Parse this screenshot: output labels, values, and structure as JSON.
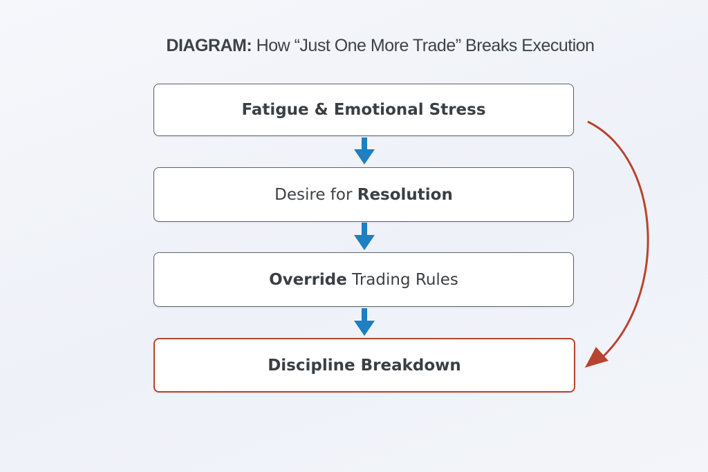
{
  "title": {
    "prefix": "DIAGRAM:",
    "text": " How “Just One More Trade” Breaks Execution"
  },
  "steps": [
    {
      "segments": [
        {
          "text": "Fatigue & Emotional Stress",
          "bold": true
        }
      ]
    },
    {
      "segments": [
        {
          "text": "Desire for ",
          "bold": false
        },
        {
          "text": "Resolution",
          "bold": true
        }
      ]
    },
    {
      "segments": [
        {
          "text": "Override",
          "bold": true
        },
        {
          "text": " Trading Rules",
          "bold": false
        }
      ]
    },
    {
      "segments": [
        {
          "text": "Discipline Breakdown",
          "bold": true
        }
      ]
    }
  ],
  "colors": {
    "arrow": "#1f7fc0",
    "feedback_arrow": "#b8432e",
    "final_border": "#b8432e"
  }
}
